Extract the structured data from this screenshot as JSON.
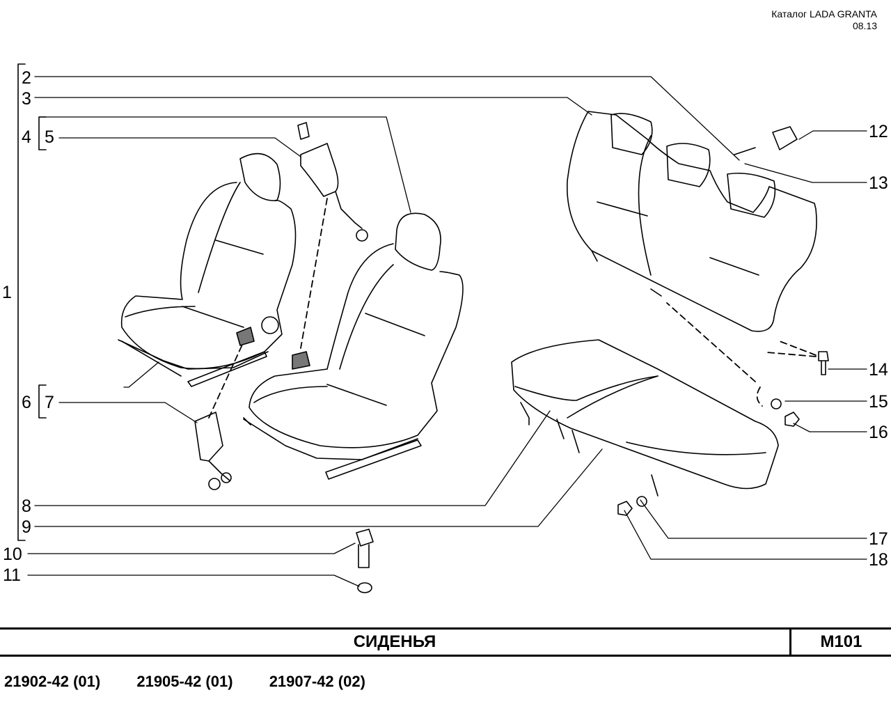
{
  "header": {
    "catalog": "Каталог  LADA  GRANTA",
    "date": "08.13"
  },
  "callouts": {
    "c1": "1",
    "c2": "2",
    "c3": "3",
    "c4": "4",
    "c5": "5",
    "c6": "6",
    "c7": "7",
    "c8": "8",
    "c9": "9",
    "c10": "10",
    "c11": "11",
    "c12": "12",
    "c13": "13",
    "c14": "14",
    "c15": "15",
    "c16": "16",
    "c17": "17",
    "c18": "18"
  },
  "title": {
    "name": "СИДЕНЬЯ",
    "code": "M101"
  },
  "models": [
    "21902-42 (01)",
    "21905-42 (01)",
    "21907-42 (02)"
  ]
}
